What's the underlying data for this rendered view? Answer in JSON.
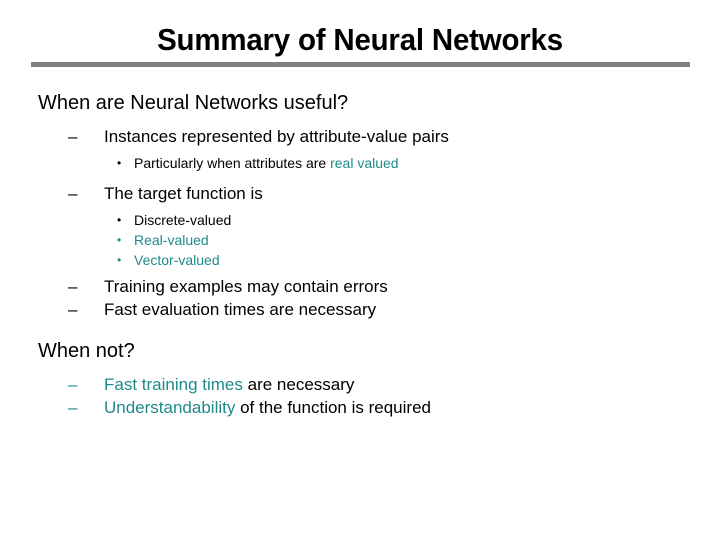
{
  "slide": {
    "title": "Summary of Neural Networks",
    "accent_color": "#1f8a8a",
    "text_color": "#000000",
    "rule_color": "#808080",
    "background_color": "#ffffff",
    "dash_marker": "–",
    "dot_marker": "•",
    "sections": [
      {
        "heading": "When are Neural Networks useful?",
        "bullets": [
          {
            "text_plain": "Instances represented by attribute-value pairs",
            "marker": "–",
            "marker_color": "#000000",
            "sub": [
              {
                "marker": "•",
                "marker_color": "#000000",
                "lead": "Particularly when attributes are ",
                "lead_color": "#000000",
                "highlight": "real valued",
                "highlight_color": "#1f8a8a",
                "tail": ""
              }
            ]
          },
          {
            "text_plain": "The target function is",
            "marker": "–",
            "marker_color": "#000000",
            "sub": [
              {
                "marker": "•",
                "marker_color": "#000000",
                "lead": "Discrete-valued",
                "lead_color": "#000000",
                "highlight": "",
                "highlight_color": "#1f8a8a",
                "tail": ""
              },
              {
                "marker": "•",
                "marker_color": "#1f8a8a",
                "lead": "",
                "lead_color": "#000000",
                "highlight": "Real-valued",
                "highlight_color": "#1f8a8a",
                "tail": ""
              },
              {
                "marker": "•",
                "marker_color": "#1f8a8a",
                "lead": "",
                "lead_color": "#000000",
                "highlight": "Vector-valued",
                "highlight_color": "#1f8a8a",
                "tail": ""
              }
            ]
          },
          {
            "text_plain": "Training examples may contain errors",
            "marker": "–",
            "marker_color": "#000000",
            "sub": []
          },
          {
            "text_plain": "Fast evaluation times are necessary",
            "marker": "–",
            "marker_color": "#000000",
            "sub": []
          }
        ]
      },
      {
        "heading": "When not?",
        "bullets": [
          {
            "marker": "–",
            "marker_color": "#1f8a8a",
            "highlight": "Fast training times",
            "highlight_color": "#1f8a8a",
            "tail": " are necessary",
            "tail_color": "#000000",
            "sub": []
          },
          {
            "marker": "–",
            "marker_color": "#1f8a8a",
            "highlight": "Understandability",
            "highlight_color": "#1f8a8a",
            "tail": " of the function is required",
            "tail_color": "#000000",
            "sub": []
          }
        ]
      }
    ]
  }
}
